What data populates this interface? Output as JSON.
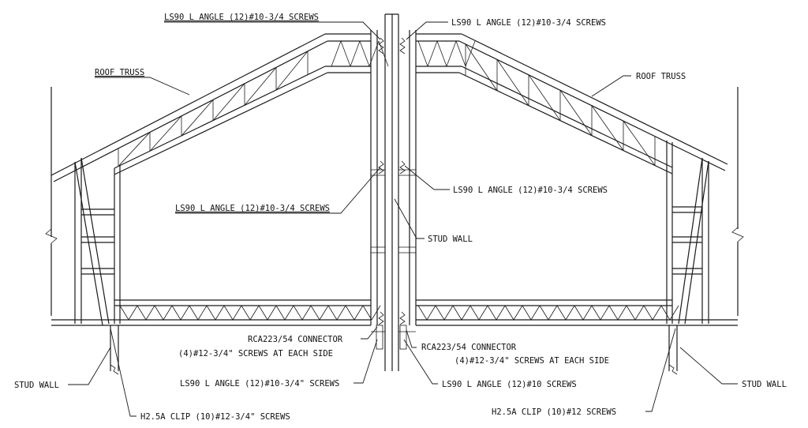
{
  "labels": {
    "top_left_angle": "LS90 L ANGLE (12)#10-3/4 SCREWS",
    "top_right_angle": "LS90 L ANGLE (12)#10-3/4 SCREWS",
    "roof_truss_left": "ROOF TRUSS",
    "roof_truss_right": "ROOF TRUSS",
    "mid_right_angle": "LS90 L ANGLE (12)#10-3/4 SCREWS",
    "mid_left_angle": "LS90 L ANGLE (12)#10-3/4 SCREWS",
    "stud_wall_center": "STUD WALL",
    "rca_left_line1": "RCA223/54 CONNECTOR",
    "rca_left_line2": "(4)#12-3/4\" SCREWS AT EACH SIDE",
    "rca_right_line1": "RCA223/54 CONNECTOR",
    "rca_right_line2": "(4)#12-3/4\" SCREWS AT EACH SIDE",
    "stud_wall_left": "STUD WALL",
    "stud_wall_right": "STUD WALL",
    "bottom_left_angle": "LS90 L ANGLE (12)#10-3/4\" SCREWS",
    "bottom_right_angle": "LS90 L ANGLE (12)#10 SCREWS",
    "clip_left": "H2.5A CLIP (10)#12-3/4\" SCREWS",
    "clip_right": "H2.5A CLIP (10)#12 SCREWS"
  }
}
